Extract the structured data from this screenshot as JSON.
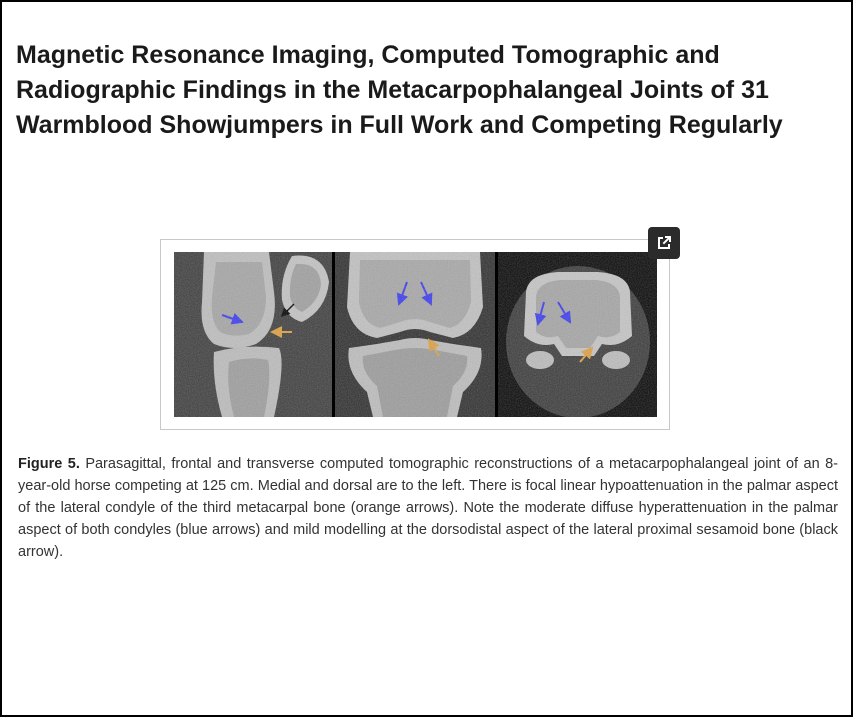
{
  "article": {
    "title_lines": [
      "Magnetic Resonance Imaging, Computed Tomographic and",
      "Radiographic Findings in the Metacarpophalangeal Joints of 31",
      "Warmblood Showjumpers in Full Work and Competing Regularly"
    ]
  },
  "figure": {
    "expand_icon": "open-in-new-icon",
    "caption_label": "Figure 5.",
    "caption_text": "Parasagittal, frontal and transverse computed tomographic reconstructions of a metacarpophalangeal joint of an 8-year-old horse competing at 125 cm. Medial and dorsal are to the left. There is focal linear hypoattenuation in the palmar aspect of the lateral condyle of the third metacarpal bone (orange arrows). Note the moderate diffuse hyperattenuation in the palmar aspect of both condyles (blue arrows) and mild modelling at the dorsodistal aspect of the lateral proximal sesamoid bone (black arrow).",
    "arrow_colors": {
      "blue": "#3b3bf0",
      "orange": "#e0a040",
      "black": "#000000"
    }
  }
}
